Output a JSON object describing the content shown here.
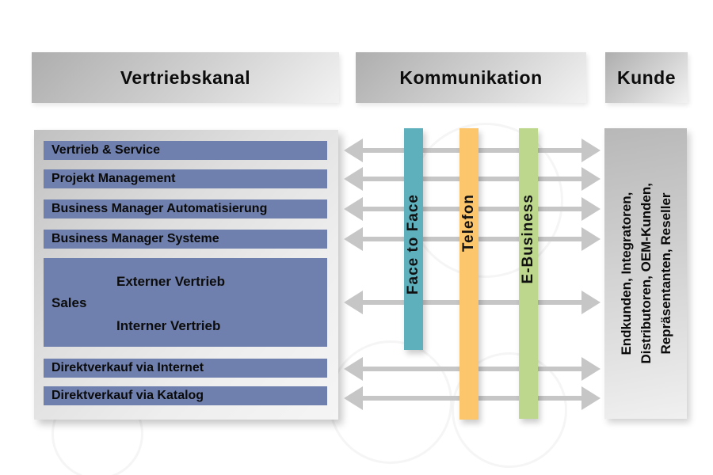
{
  "headers": {
    "left": "Vertriebskanal",
    "middle": "Kommunikation",
    "right": "Kunde"
  },
  "vertriebskanal": {
    "channels": [
      "Vertrieb & Service",
      "Projekt Management",
      "Business Manager Automatisierung",
      "Business Manager Systeme"
    ],
    "sales": {
      "label": "Sales",
      "external": "Externer Vertrieb",
      "internal": "Interner Vertrieb"
    },
    "direct": [
      "Direktverkauf via Internet",
      "Direktverkauf via Katalog"
    ]
  },
  "kommunikation": {
    "bars": [
      {
        "label": "Face to Face",
        "color": "#5FB0BD"
      },
      {
        "label": "Telefon",
        "color": "#FCC76C"
      },
      {
        "label": "E-Business",
        "color": "#BDD88D"
      }
    ]
  },
  "kunde": {
    "lines": [
      "Endkunden, Integratoren,",
      "Distributoren, OEM-Kunden,",
      "Repräsentanten, Reseller"
    ]
  },
  "colors": {
    "channel_bar": "#7080AE",
    "arrow": "#C6C6C6",
    "face_to_face": "#5FB0BD",
    "telefon": "#FCC76C",
    "e_business": "#BDD88D"
  }
}
